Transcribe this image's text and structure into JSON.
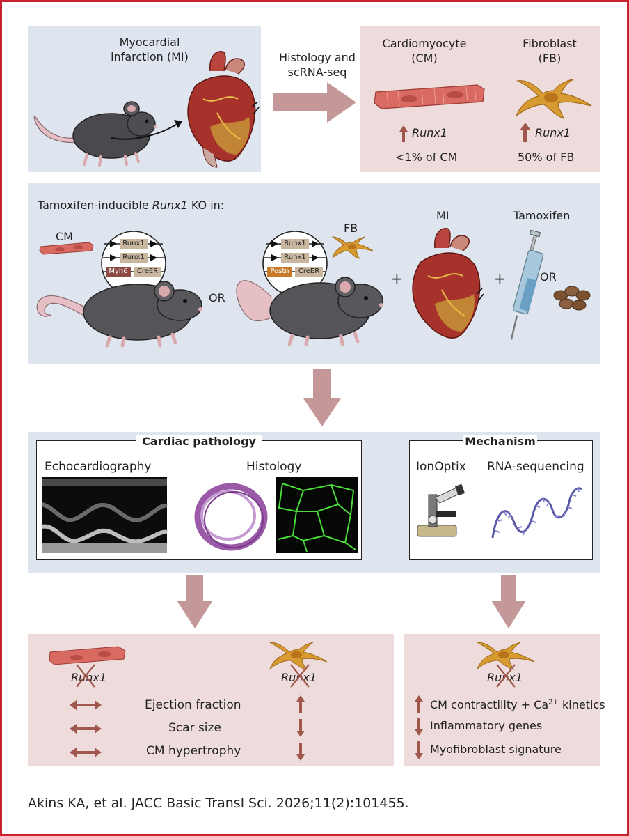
{
  "top": {
    "mi_label_line1": "Myocardial",
    "mi_label_line2": "infarction (MI)",
    "arrow_label_line1": "Histology and",
    "arrow_label_line2": "scRNA-seq",
    "cm_title_line1": "Cardiomyocyte",
    "cm_title_line2": "(CM)",
    "fb_title_line1": "Fibroblast",
    "fb_title_line2": "(FB)",
    "cm_gene": "Runx1",
    "fb_gene": "Runx1",
    "cm_percent": "<1% of CM",
    "fb_percent": "50% of FB"
  },
  "knockout": {
    "title_prefix": "Tamoxifen-inducible ",
    "title_gene": "Runx1",
    "title_suffix": " KO in:",
    "cm_label": "CM",
    "fb_label": "FB",
    "mi_label": "MI",
    "tamoxifen_label": "Tamoxifen",
    "or_1": "OR",
    "plus_1": "+",
    "plus_2": "+",
    "or_2": "OR",
    "cm_construct": {
      "gene_a": "Runx1",
      "gene_b": "Runx1",
      "promoter": "Myh6",
      "driver": "CreER"
    },
    "fb_construct": {
      "gene_a": "Runx1",
      "gene_b": "Runx1",
      "promoter": "Postn",
      "driver": "CreER"
    }
  },
  "methods": {
    "pathology_title": "Cardiac pathology",
    "echo_label": "Echocardiography",
    "histology_label": "Histology",
    "mechanism_title": "Mechanism",
    "ionoptix_label": "IonOptix",
    "rnaseq_label": "RNA-sequencing"
  },
  "results_left": {
    "cm_gene": "Runx1",
    "fb_gene": "Runx1",
    "rows": [
      {
        "label": "Ejection fraction",
        "cm_effect": "no-change",
        "fb_effect": "up"
      },
      {
        "label": "Scar size",
        "cm_effect": "no-change",
        "fb_effect": "down"
      },
      {
        "label": "CM hypertrophy",
        "cm_effect": "no-change",
        "fb_effect": "down"
      }
    ]
  },
  "results_right": {
    "gene": "Runx1",
    "row1_prefix": "CM contractility + Ca",
    "row1_sup": "2+",
    "row1_suffix": " kinetics",
    "row2": "Inflammatory genes",
    "row3": "Myofibroblast signature"
  },
  "citation": "Akins KA, et al. JACC Basic Transl Sci. 2026;11(2):101455.",
  "colors": {
    "border_red": "#c8202c",
    "blue_panel": "#dfe5ef",
    "pink_panel": "#eedcdc",
    "arrow_pink": "#c49898",
    "effect_arrow": "#a0574c",
    "cell_red": "#d96a62",
    "fibroblast_orange": "#d89b32"
  }
}
